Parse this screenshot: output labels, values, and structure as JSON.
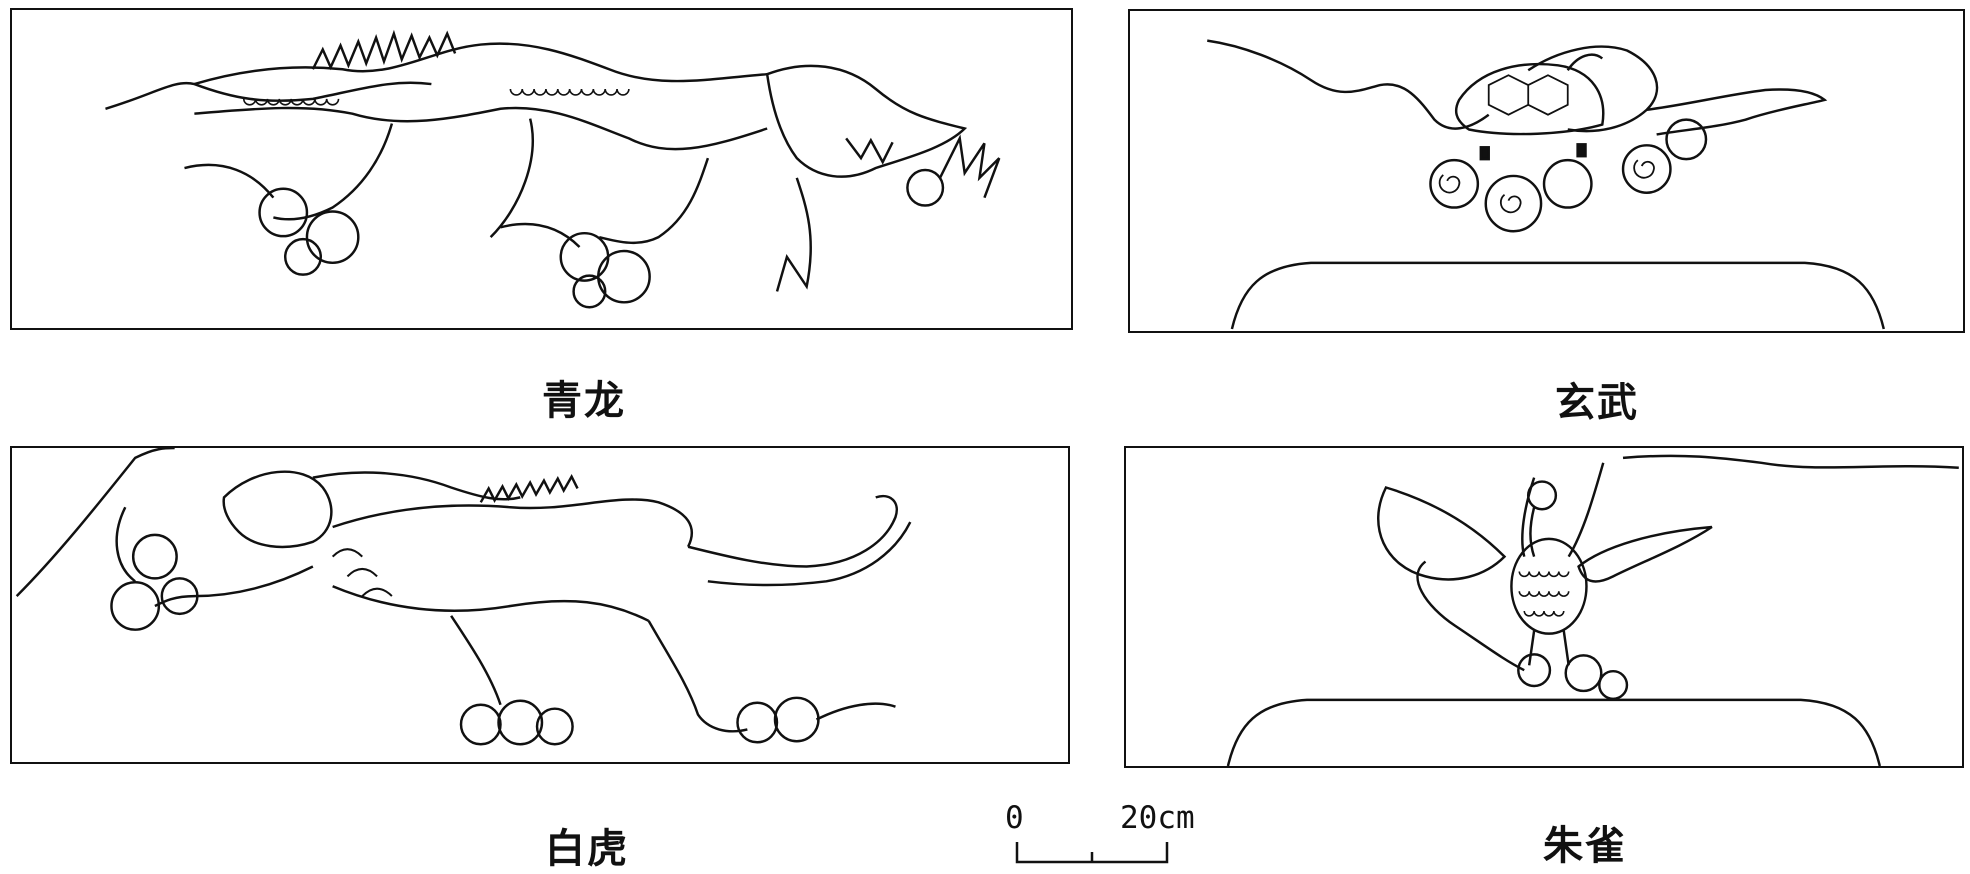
{
  "panels": [
    {
      "id": "dragon",
      "caption": "青龙"
    },
    {
      "id": "turtle",
      "caption": "玄武"
    },
    {
      "id": "tiger",
      "caption": "白虎"
    },
    {
      "id": "bird",
      "caption": "朱雀"
    }
  ],
  "scale_bar": {
    "start_label": "0",
    "end_label": "20cm"
  },
  "line_color": "#111111",
  "background": "#ffffff"
}
